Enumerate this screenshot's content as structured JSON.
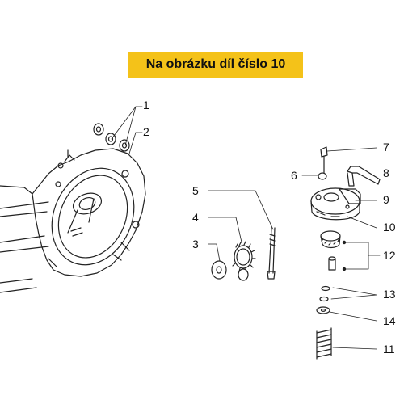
{
  "banner": {
    "text": "Na obrázku díl číslo 10",
    "color": "#f4c219"
  },
  "callouts": [
    {
      "id": "1",
      "label": "1"
    },
    {
      "id": "2",
      "label": "2"
    },
    {
      "id": "3",
      "label": "3"
    },
    {
      "id": "4",
      "label": "4"
    },
    {
      "id": "5",
      "label": "5"
    },
    {
      "id": "6",
      "label": "6"
    },
    {
      "id": "7",
      "label": "7"
    },
    {
      "id": "8",
      "label": "8"
    },
    {
      "id": "9",
      "label": "9"
    },
    {
      "id": "10",
      "label": "10"
    },
    {
      "id": "11",
      "label": "11"
    },
    {
      "id": "12",
      "label": "12"
    },
    {
      "id": "13",
      "label": "13"
    },
    {
      "id": "14",
      "label": "14"
    }
  ]
}
